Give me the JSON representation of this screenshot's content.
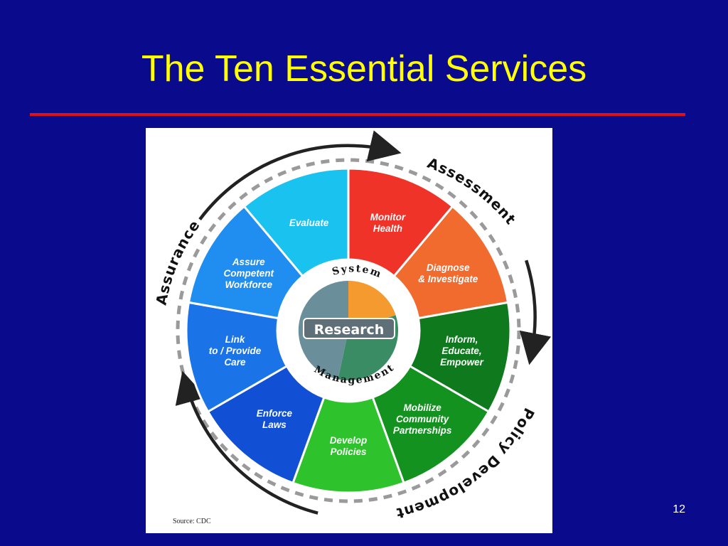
{
  "slide": {
    "title": "The Ten Essential Services",
    "page_number": "12"
  },
  "diagram": {
    "source": "Source: CDC",
    "center_label": "Research",
    "ring_top_label": "System",
    "ring_bottom_label": "Management",
    "phases": {
      "assessment": "Assessment",
      "policy_development": "Policy Development",
      "assurance": "Assurance"
    },
    "segments": [
      {
        "lines": [
          "Monitor",
          "Health"
        ],
        "color": "#ef3328"
      },
      {
        "lines": [
          "Diagnose",
          "& Investigate"
        ],
        "color": "#f26b2e"
      },
      {
        "lines": [
          "Inform,",
          "Educate,",
          "Empower"
        ],
        "color": "#0f7a1d"
      },
      {
        "lines": [
          "Mobilize",
          "Community",
          "Partnerships"
        ],
        "color": "#13921f"
      },
      {
        "lines": [
          "Develop",
          "Policies"
        ],
        "color": "#2ec32c"
      },
      {
        "lines": [
          "Enforce",
          "Laws"
        ],
        "color": "#1150d4"
      },
      {
        "lines": [
          "Link",
          "to / Provide",
          "Care"
        ],
        "color": "#1a74e8"
      },
      {
        "lines": [
          "Assure",
          "Competent",
          "Workforce"
        ],
        "color": "#1f8ef0"
      },
      {
        "lines": [
          "Evaluate"
        ],
        "color": "#19c2ef"
      }
    ],
    "center_colors": {
      "assessment": "#f59a2e",
      "policy": "#3a8c64",
      "assurance": "#6b8f9a"
    }
  }
}
